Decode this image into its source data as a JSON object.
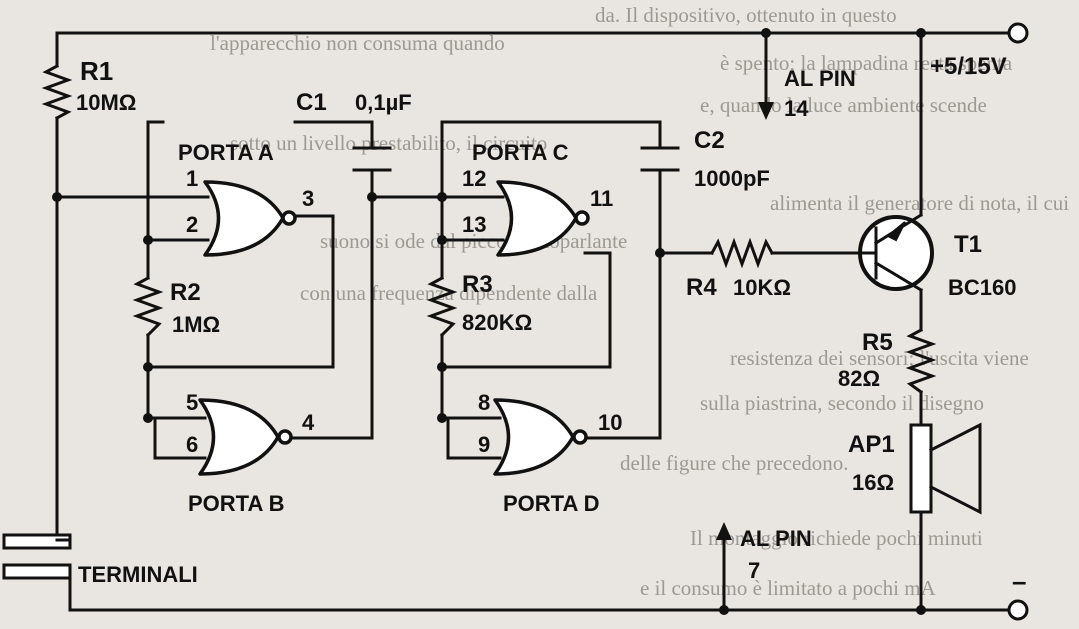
{
  "components": {
    "r1": {
      "name": "R1",
      "value": "10MΩ"
    },
    "c1": {
      "name": "C1",
      "value": "0,1µF"
    },
    "c2": {
      "name": "C2",
      "value": "1000pF"
    },
    "r2": {
      "name": "R2",
      "value": "1MΩ"
    },
    "r3": {
      "name": "R3",
      "value": "820KΩ"
    },
    "r4": {
      "name": "R4",
      "value": "10KΩ"
    },
    "r5": {
      "name": "R5",
      "value": "82Ω"
    },
    "t1": {
      "name": "T1",
      "value": "BC160"
    },
    "ap1": {
      "name": "AP1",
      "value": "16Ω"
    }
  },
  "gates": {
    "a": {
      "label": "PORTA A",
      "pin_in1": "1",
      "pin_in2": "2",
      "pin_out": "3"
    },
    "b": {
      "label": "PORTA B",
      "pin_in1": "5",
      "pin_in2": "6",
      "pin_out": "4"
    },
    "c": {
      "label": "PORTA C",
      "pin_in1": "12",
      "pin_in2": "13",
      "pin_out": "11"
    },
    "d": {
      "label": "PORTA D",
      "pin_in1": "8",
      "pin_in2": "9",
      "pin_out": "10"
    }
  },
  "supply": {
    "positive": "+5/15V",
    "negative": "–",
    "pin14_label": "AL PIN",
    "pin14_number": "14",
    "pin7_label": "AL PIN",
    "pin7_number": "7"
  },
  "terminals": {
    "label": "TERMINALI"
  },
  "background_text": [
    "da. Il dispositivo, ottenuto in questo",
    "l'apparecchio non consuma quando",
    "è spento; la lampadina resta spenta",
    "e, quando la luce ambiente scende",
    "sotto un livello prestabilito, il circuito",
    "alimenta il generatore di nota, il cui",
    "suono si ode dal piccolo altoparlante",
    "con una frequenza dipendente dalla",
    "resistenza dei sensori; l'uscita viene",
    "sulla piastrina, secondo il disegno",
    "delle figure che precedono.",
    "Il montaggio richiede pochi minuti",
    "e il consumo è limitato a pochi mA"
  ]
}
